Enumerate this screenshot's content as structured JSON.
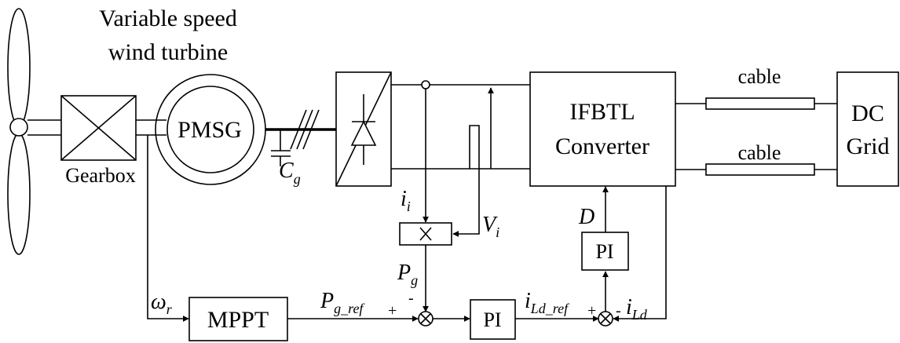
{
  "turbine": {
    "title_line1": "Variable speed",
    "title_line2": "wind turbine"
  },
  "gearbox": {
    "label": "Gearbox"
  },
  "generator": {
    "label": "PMSG"
  },
  "capacitor": {
    "symbol": "C",
    "subscript": "g"
  },
  "converter": {
    "line1": "IFBTL",
    "line2": "Converter"
  },
  "cables": {
    "top": "cable",
    "bottom": "cable"
  },
  "grid": {
    "line1": "DC",
    "line2": "Grid"
  },
  "signals": {
    "ii": {
      "symbol": "i",
      "subscript": "i"
    },
    "vi": {
      "symbol": "V",
      "subscript": "i"
    },
    "pg": {
      "symbol": "P",
      "subscript": "g"
    },
    "pgref": {
      "symbol": "P",
      "subscript": "g_ref"
    },
    "wr": {
      "symbol": "ω",
      "subscript": "r"
    },
    "ildref": {
      "symbol": "i",
      "subscript": "Ld_ref"
    },
    "ild": {
      "symbol": "i",
      "subscript": "Ld"
    },
    "d": {
      "symbol": "D"
    }
  },
  "blocks": {
    "mppt": "MPPT",
    "pi_power": "PI",
    "pi_current": "PI"
  },
  "signs": {
    "plus": "+",
    "minus": "-"
  }
}
